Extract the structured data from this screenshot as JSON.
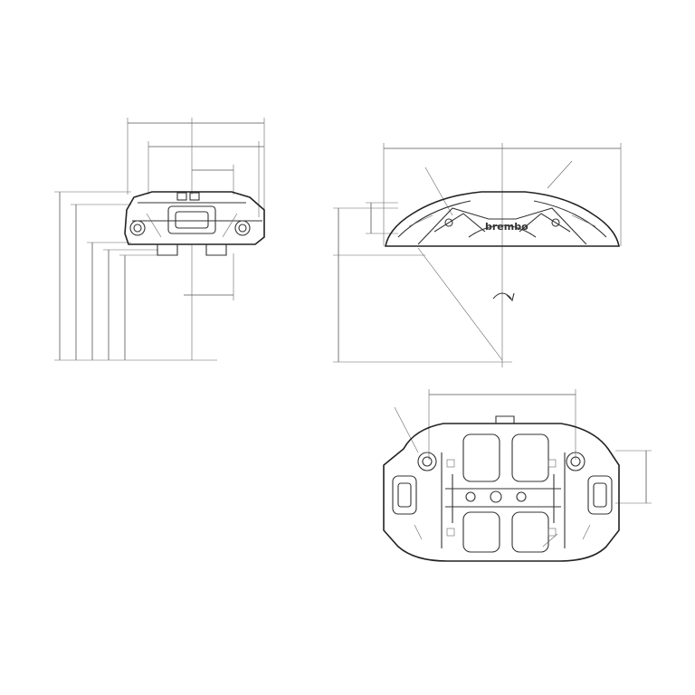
{
  "drawing": {
    "logo_text": "brembo",
    "views": [
      "side-view",
      "front-view",
      "top-view"
    ]
  },
  "colors": {
    "background": "#ffffff",
    "line": "#222222",
    "dimension": "#555555"
  }
}
